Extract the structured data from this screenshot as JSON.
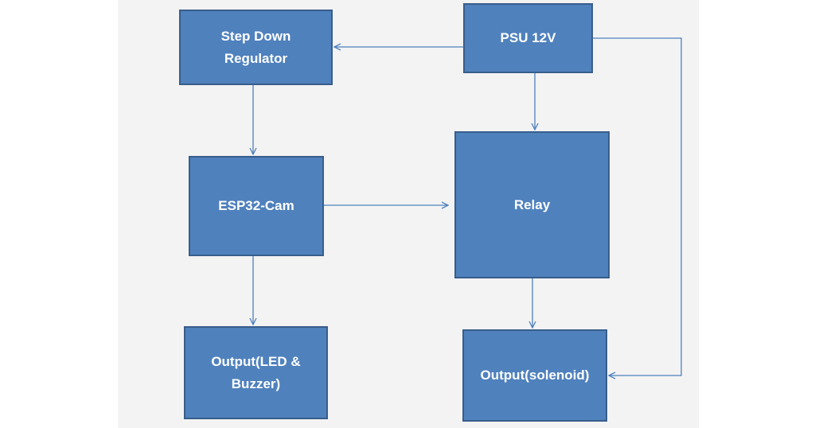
{
  "diagram": {
    "blocks": {
      "step_down_regulator": "Step Down\nRegulator",
      "psu": "PSU 12V",
      "esp32_cam": "ESP32-Cam",
      "relay": "Relay",
      "output_led_buzzer": "Output(LED &\nBuzzer)",
      "output_solenoid": "Output(solenoid)"
    },
    "colors": {
      "block_fill": "#4f81bd",
      "block_border": "#385d8a",
      "connector": "#4f81bd",
      "canvas": "#f3f3f3"
    },
    "connections": [
      {
        "from": "psu",
        "to": "step_down_regulator"
      },
      {
        "from": "psu",
        "to": "relay"
      },
      {
        "from": "psu",
        "to": "output_solenoid"
      },
      {
        "from": "step_down_regulator",
        "to": "esp32_cam"
      },
      {
        "from": "esp32_cam",
        "to": "relay"
      },
      {
        "from": "esp32_cam",
        "to": "output_led_buzzer"
      },
      {
        "from": "relay",
        "to": "output_solenoid"
      }
    ]
  }
}
